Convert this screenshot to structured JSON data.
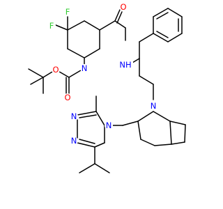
{
  "molecule": {
    "atoms": {
      "F1": "F",
      "F2": "F",
      "O_carbonyl_amide": "O",
      "N_amide": "NH",
      "N_piperidine": "N",
      "O_ester_carbonyl": "O",
      "O_ester": "O",
      "N_bridge": "N",
      "N_triazole_1": "N",
      "N_triazole_2": "N",
      "N_triazole_4": "N"
    },
    "colors": {
      "carbon": "#000000",
      "fluorine": "#33cc33",
      "oxygen": "#ff0000",
      "nitrogen": "#0000ff"
    }
  }
}
